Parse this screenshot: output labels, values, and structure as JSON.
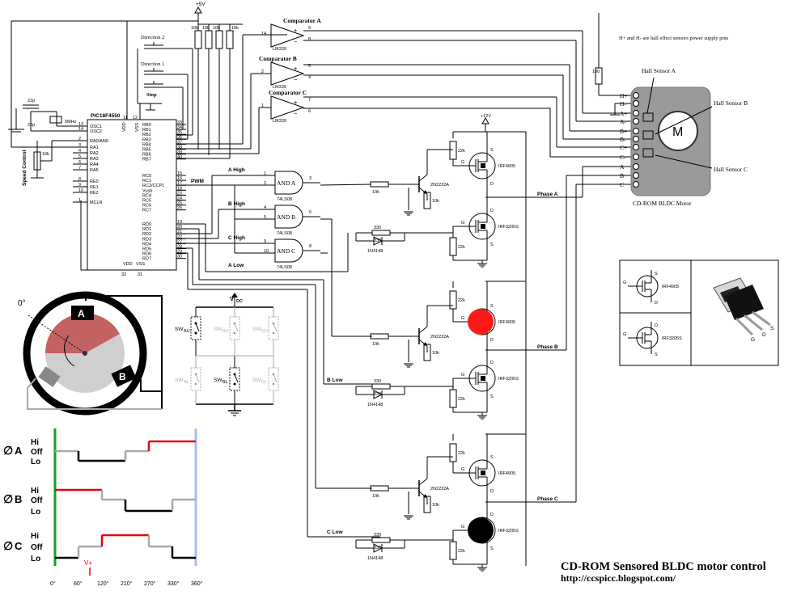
{
  "power": {
    "vcc5": "+5V",
    "vcc12": "+12V",
    "vdc": "DC"
  },
  "mcu": {
    "name": "PIC18F4550",
    "pins_left": [
      {
        "num": "13",
        "name": "OSC1"
      },
      {
        "num": "14",
        "name": "OSC2"
      },
      {
        "num": "2",
        "name": "RA0/AN0"
      },
      {
        "num": "3",
        "name": "RA1"
      },
      {
        "num": "4",
        "name": "RA2"
      },
      {
        "num": "5",
        "name": "RA3"
      },
      {
        "num": "6",
        "name": "RA4"
      },
      {
        "num": "7",
        "name": "RA5"
      },
      {
        "num": "8",
        "name": "RE0"
      },
      {
        "num": "9",
        "name": "RE1"
      },
      {
        "num": "10",
        "name": "RE2"
      },
      {
        "num": "1",
        "name": "MCLR"
      }
    ],
    "pins_right_top": [
      {
        "num": "33",
        "name": "RB0"
      },
      {
        "num": "34",
        "name": "RB1"
      },
      {
        "num": "35",
        "name": "RB2"
      },
      {
        "num": "36",
        "name": "RB3"
      },
      {
        "num": "37",
        "name": "RB4"
      },
      {
        "num": "38",
        "name": "RB5"
      },
      {
        "num": "39",
        "name": "RB6"
      },
      {
        "num": "40",
        "name": "RB7"
      }
    ],
    "pins_right_mid": [
      {
        "num": "15",
        "name": "RC0"
      },
      {
        "num": "16",
        "name": "RC1"
      },
      {
        "num": "17",
        "name": "RC2/CCP1"
      },
      {
        "num": "18",
        "name": "Vusb"
      },
      {
        "num": "23",
        "name": "RC4"
      },
      {
        "num": "24",
        "name": "RC5"
      },
      {
        "num": "25",
        "name": "RC6"
      },
      {
        "num": "26",
        "name": "RC7"
      }
    ],
    "pins_right_bot": [
      {
        "num": "19",
        "name": "RD0"
      },
      {
        "num": "20",
        "name": "RD1"
      },
      {
        "num": "21",
        "name": "RD2"
      },
      {
        "num": "22",
        "name": "RD3"
      },
      {
        "num": "27",
        "name": "RD4"
      },
      {
        "num": "28",
        "name": "RD5"
      },
      {
        "num": "29",
        "name": "RD6"
      },
      {
        "num": "30",
        "name": "RD7"
      }
    ],
    "vdd": "VDD",
    "vss": "VSS",
    "pin11": "11",
    "pin12": "12",
    "pin31": "31",
    "pin32": "32"
  },
  "crystal": {
    "label": "5MHz",
    "cap": "22p"
  },
  "speed": {
    "label": "Speed Control",
    "pot": "10k"
  },
  "buttons": {
    "dir2": "Direction 2",
    "dir1": "Direction 1",
    "stop": "Stop"
  },
  "resistors": {
    "r10k": "10k",
    "r22k": "22k",
    "r330": "330",
    "r100": "100"
  },
  "comparators": {
    "a": {
      "label": "Comparator A",
      "chip": "LM339",
      "out": "14",
      "in_a": "9",
      "in_b": "8"
    },
    "b": {
      "label": "Comparator B",
      "chip": "LM339",
      "out": "2",
      "in_a": "5",
      "in_b": "4"
    },
    "c": {
      "label": "Comparator C",
      "chip": "LM339",
      "out": "1",
      "in_a": "7",
      "in_b": "6"
    }
  },
  "gates": {
    "a": {
      "label": "AND A",
      "chip": "74LS08",
      "in1": "1",
      "in2": "2",
      "out": "3"
    },
    "b": {
      "label": "AND B",
      "chip": "74LS08",
      "in1": "4",
      "in2": "5",
      "out": "6"
    },
    "c": {
      "label": "AND C",
      "chip": "74LS08",
      "in1": "9",
      "in2": "10",
      "out": "8"
    }
  },
  "signals": {
    "a_high": "A High",
    "b_high": "B High",
    "c_high": "C High",
    "a_low": "A Low",
    "b_low": "B Low",
    "c_low": "C Low",
    "pwm": "PWM",
    "phase_a": "Phase A",
    "phase_b": "Phase B",
    "phase_c": "Phase C"
  },
  "parts": {
    "p_fet": "IRF4905",
    "n_fet": "IRF3205S",
    "npn": "2N2222A",
    "diode": "1N4148"
  },
  "fet_pins": {
    "g": "G",
    "s": "S",
    "d": "D"
  },
  "motor": {
    "title": "CD-ROM BLDC Motor",
    "note": "H+ and H- are hall effect sensors power supply pins",
    "pins": [
      "H+",
      "H-",
      "A+",
      "A-",
      "B+",
      "B-",
      "C+",
      "C-",
      "A",
      "B",
      "C"
    ],
    "sensors": [
      "Hall Sensor A",
      "Hall Sensor B",
      "Hall Sensor C"
    ],
    "m": "M"
  },
  "stator": {
    "angle0": "0°",
    "coil_a": "A",
    "coil_b": "B"
  },
  "bridge": {
    "vdc_prefix": "V",
    "switches": [
      {
        "name": "SW",
        "sub": "AU"
      },
      {
        "name": "SW",
        "sub": "BU"
      },
      {
        "name": "SW",
        "sub": "CU"
      },
      {
        "name": "SW",
        "sub": "AL"
      },
      {
        "name": "SW",
        "sub": "BL"
      },
      {
        "name": "SW",
        "sub": "CL"
      }
    ]
  },
  "timing": {
    "phases": [
      "A",
      "B",
      "C"
    ],
    "phase_symbol": "∅",
    "levels": [
      "Hi",
      "Off",
      "Lo"
    ],
    "x_ticks": [
      "0°",
      "60°",
      "120°",
      "210°",
      "270°",
      "330°",
      "360°"
    ],
    "vplus": "V+",
    "colors": {
      "hi": "#e8000d",
      "off": "#aaaaaa",
      "lo": "#000000",
      "start": "#1a9c2a",
      "end": "#a8bff0"
    }
  },
  "footer": {
    "title": "CD-ROM Sensored BLDC motor control",
    "url": "http://ccspicc.blogspot.com/"
  },
  "colors": {
    "red_dot": "#ff1a1a",
    "black_dot": "#000000",
    "motor_body": "#9a9a9a",
    "rotor": "#c46262"
  }
}
